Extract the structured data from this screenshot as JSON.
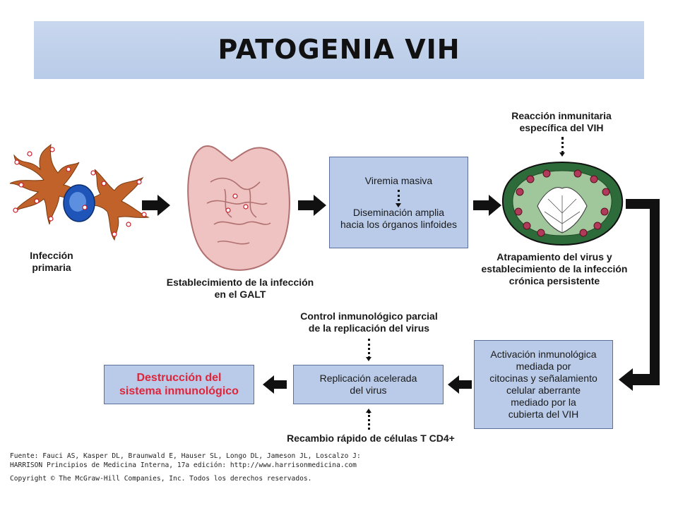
{
  "title": "PATOGENIA VIH",
  "labels": {
    "primary_infection": "Infección\nprimaria",
    "galt": "Establecimiento de la infección\nen el GALT",
    "specific_reaction": "Reacción inmunitaria\nespecífica del VIH",
    "trapping": "Atrapamiento del virus y\nestablecimiento de la infección\ncrónica persistente",
    "partial_control": "Control inmunológico parcial\nde la replicación del virus",
    "cd4_turnover": "Recambio rápido de células T CD4+"
  },
  "boxes": {
    "viremia_top": "Viremia masiva",
    "viremia_bottom": "Diseminación amplia\nhacia los órganos linfoides",
    "activation": "Activación inmunológica\nmediada por\ncitocinas y señalamiento\ncelular aberrante\nmediado por la\ncubierta del VIH",
    "replication": "Replicación acelerada\ndel virus",
    "destruction": "Destrucción del\nsistema inmunológico"
  },
  "source": {
    "line1": "Fuente: Fauci AS, Kasper DL, Braunwald E, Hauser SL, Longo DL, Jameson JL, Loscalzo J:",
    "line2": "HARRISON Principios de Medicina Interna, 17a edición: http://www.harrisonmedicina.com",
    "line3": "Copyright © The McGraw-Hill Companies, Inc. Todos los derechos reservados."
  },
  "colors": {
    "title_bg": "#bccde9",
    "box_bg": "#b9cbe8",
    "destruction_text": "#e0243a",
    "dendritic_cell": "#c0622a",
    "lymphocyte": "#1f55b8",
    "intestine": "#f0c3c3",
    "lymph_node": "#2e6b3a"
  }
}
